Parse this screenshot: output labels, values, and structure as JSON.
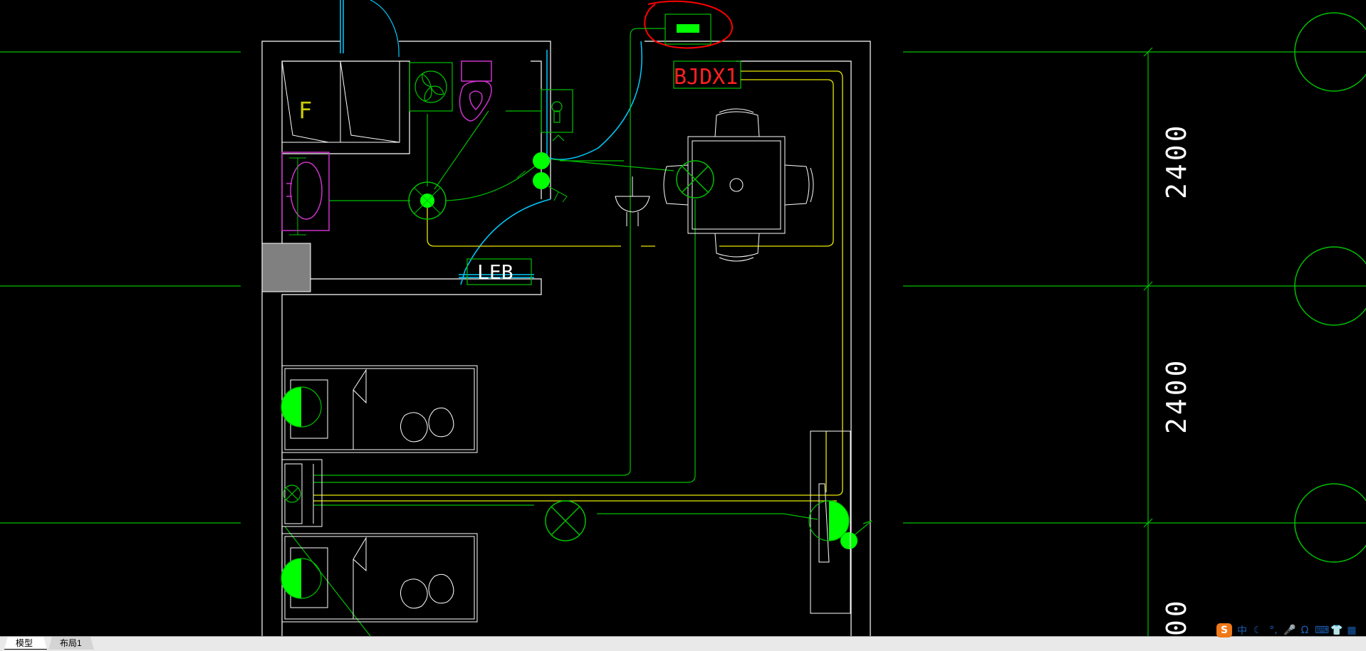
{
  "drawing": {
    "labels": {
      "room_tag": "F",
      "panel_box": "BJDX1",
      "equip_bonding": "LEB",
      "dim_1": "2400",
      "dim_2": "2400",
      "dim_3_partial": "00"
    }
  },
  "layout_tabs": [
    {
      "label": "模型",
      "active": true
    },
    {
      "label": "布局1",
      "active": false
    }
  ],
  "ime_toolbar": {
    "logo": "S",
    "mode": "中",
    "icons": [
      "moon-icon",
      "punctuation-icon",
      "microphone-icon",
      "headset-icon",
      "keyboard-icon",
      "shirt-icon",
      "grid-icon"
    ]
  },
  "colors": {
    "background": "#000000",
    "wall": "#ffffff",
    "wiring_green": "#00ff00",
    "wiring_yellow": "#ffff66",
    "door_cyan": "#00ccff",
    "fixture_magenta": "#cc33cc",
    "text_red": "#ff0000",
    "highlight_red": "#ff0000",
    "grey_fill": "#808080"
  }
}
